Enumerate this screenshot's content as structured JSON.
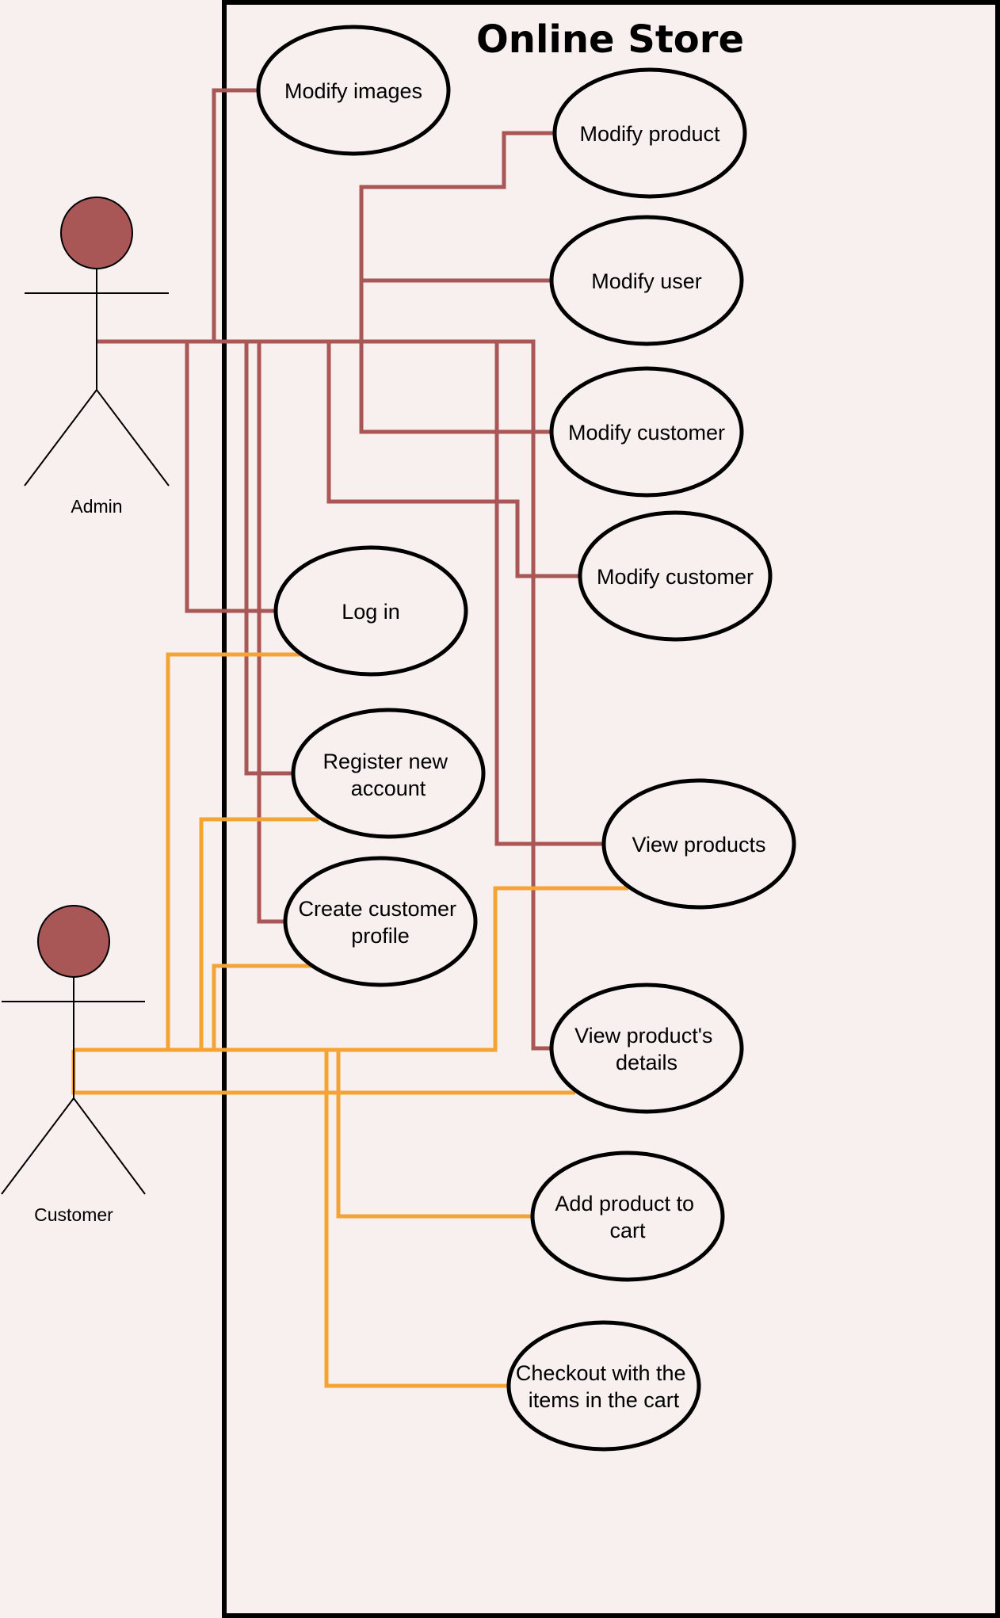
{
  "system": {
    "title": "Online Store"
  },
  "colors": {
    "background": "#f8efef",
    "admin_link": "#a85656",
    "customer_link": "#f3a435",
    "actor_head": "#a85656"
  },
  "actors": {
    "admin": {
      "label": "Admin"
    },
    "customer": {
      "label": "Customer"
    }
  },
  "use_cases": {
    "modify_images": {
      "lines": [
        "Modify images"
      ]
    },
    "modify_product": {
      "lines": [
        "Modify product"
      ]
    },
    "modify_user": {
      "lines": [
        "Modify user"
      ]
    },
    "modify_customer_1": {
      "lines": [
        "Modify customer"
      ]
    },
    "modify_customer_2": {
      "lines": [
        "Modify customer"
      ]
    },
    "log_in": {
      "lines": [
        "Log in"
      ]
    },
    "register_new_account": {
      "lines": [
        "Register new",
        "account"
      ]
    },
    "create_customer_profile": {
      "lines": [
        "Create customer",
        "profile"
      ]
    },
    "view_products": {
      "lines": [
        "View products"
      ]
    },
    "view_product_details": {
      "lines": [
        "View product's",
        "details"
      ]
    },
    "add_product_to_cart": {
      "lines": [
        "Add product to",
        "cart"
      ]
    },
    "checkout": {
      "lines": [
        "Checkout with the",
        "items in the cart"
      ]
    }
  },
  "associations": {
    "admin": [
      "modify_images",
      "modify_product",
      "modify_user",
      "modify_customer_1",
      "modify_customer_2",
      "log_in",
      "register_new_account",
      "create_customer_profile",
      "view_products",
      "view_product_details"
    ],
    "customer": [
      "log_in",
      "register_new_account",
      "create_customer_profile",
      "view_products",
      "view_product_details",
      "add_product_to_cart",
      "checkout"
    ]
  }
}
